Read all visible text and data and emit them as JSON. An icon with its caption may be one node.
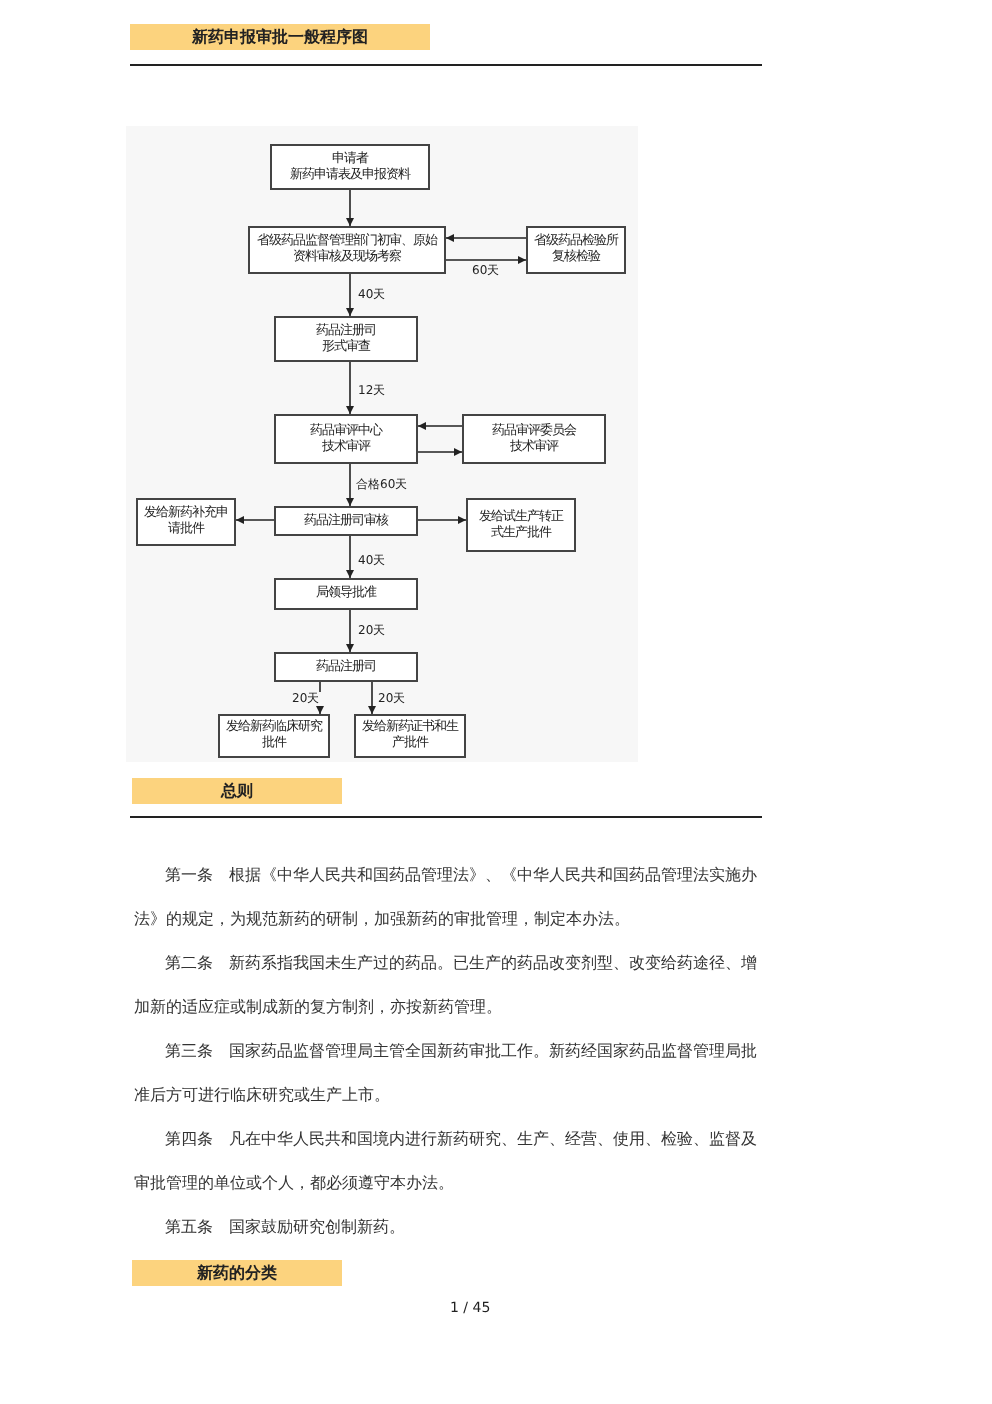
{
  "diagram": {
    "title": "新药申报审批一般程序图",
    "nodes": [
      {
        "text": [
          "申请者",
          "新药申请表及申报资料"
        ]
      },
      {
        "text": [
          "省级药品监督管理部门初审、原始资料审核及现场考察"
        ]
      },
      {
        "text": [
          "省级药品检验所复核检验"
        ]
      },
      {
        "text": [
          "药品注册司",
          "形式审查"
        ]
      },
      {
        "text": [
          "药品审评中心",
          "技术审评"
        ]
      },
      {
        "text": [
          "药品审评委员会",
          "技术审评"
        ]
      },
      {
        "text": [
          "药品注册司审核"
        ]
      },
      {
        "text": [
          "发给新药补充申请批件"
        ]
      },
      {
        "text": [
          "发给试生产转正式生产批件"
        ]
      },
      {
        "text": [
          "局领导批准"
        ]
      },
      {
        "text": [
          "药品注册司"
        ]
      },
      {
        "text": [
          "发给新药临床研究批件"
        ]
      },
      {
        "text": [
          "发给新药证书和生产批件"
        ]
      }
    ],
    "edges": [
      {
        "from": 0,
        "to": 1,
        "arrow": "to"
      },
      {
        "from": 2,
        "to": 1,
        "arrow": "to"
      },
      {
        "from": 1,
        "to": 2,
        "arrow": "to",
        "label": "60天"
      },
      {
        "from": 1,
        "to": 3,
        "arrow": "to",
        "label": "40天"
      },
      {
        "from": 3,
        "to": 4,
        "arrow": "to",
        "label": "12天"
      },
      {
        "from": 5,
        "to": 4,
        "arrow": "to"
      },
      {
        "from": 4,
        "to": 5,
        "arrow": "to"
      },
      {
        "from": 4,
        "to": 6,
        "arrow": "to",
        "label": "合格60天"
      },
      {
        "from": 6,
        "to": 7,
        "arrow": "to"
      },
      {
        "from": 6,
        "to": 8,
        "arrow": "to"
      },
      {
        "from": 6,
        "to": 9,
        "arrow": "to",
        "label": "40天"
      },
      {
        "from": 9,
        "to": 10,
        "arrow": "to",
        "label": "20天"
      },
      {
        "from": 10,
        "to": 11,
        "arrow": "to",
        "label": "20天"
      },
      {
        "from": 10,
        "to": 12,
        "arrow": "to",
        "label": "20天"
      }
    ],
    "labels": [
      "总则",
      "第一条　根据《中华人民共和国药品管理法》、《中华人民共和国药品管理法实施办法》的规定，为规范新药的研制，加强新药的审批管理，制定本办法。",
      "第二条　新药系指我国未生产过的药品。已生产的药品改变剂型、改变给药途径、增加新的适应症或制成新的复方制剂，亦按新药管理。",
      "第三条　国家药品监督管理局主管全国新药审批工作。新药经国家药品监督管理局批准后方可进行临床研究或生产上市。",
      "第四条　凡在中华人民共和国境内进行新药研究、生产、经营、使用、检验、监督及审批管理的单位或个人，都必须遵守本办法。",
      "第五条　国家鼓励研究创制新药。",
      "新药的分类",
      "1 / 45"
    ]
  }
}
